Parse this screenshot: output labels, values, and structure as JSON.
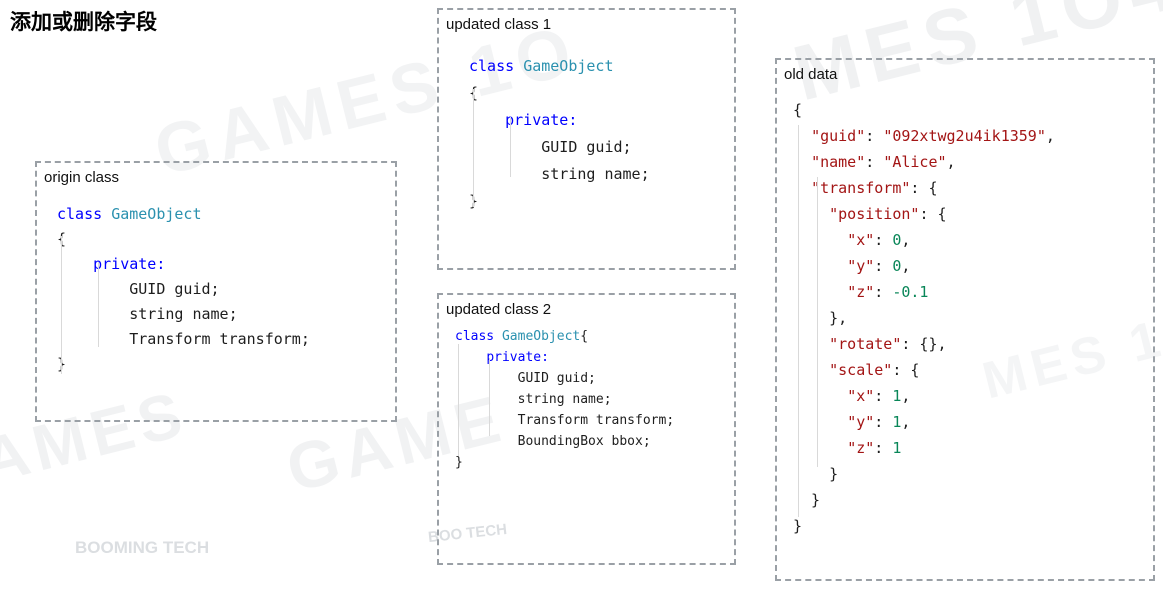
{
  "title": "添加或删除字段",
  "colors": {
    "keyword": "#0000ff",
    "type": "#2b91af",
    "json_key": "#a31515",
    "json_string": "#a31515",
    "json_number": "#098658",
    "plain": "#1e1e1e",
    "panel_border": "#9aa0a6"
  },
  "watermarks": [
    "MES 1O4",
    "GAMES 1O",
    "AMES",
    "GAME",
    "BOOMING TECH",
    "BOO TECH",
    "MES 1O4"
  ],
  "panels": [
    {
      "id": "origin",
      "label": "origin class",
      "lines": [
        [
          {
            "t": "kw",
            "v": "class"
          },
          {
            "t": "plain",
            "v": " "
          },
          {
            "t": "type",
            "v": "GameObject"
          }
        ],
        [
          {
            "t": "plain",
            "v": "{"
          }
        ],
        [
          {
            "t": "plain",
            "v": "    "
          },
          {
            "t": "kw",
            "v": "private:"
          }
        ],
        [
          {
            "t": "plain",
            "v": "        GUID guid;"
          }
        ],
        [
          {
            "t": "plain",
            "v": "        string name;"
          }
        ],
        [
          {
            "t": "plain",
            "v": "        Transform transform;"
          }
        ],
        [
          {
            "t": "plain",
            "v": "}"
          }
        ]
      ]
    },
    {
      "id": "updated1",
      "label": "updated class 1",
      "lines": [
        [
          {
            "t": "kw",
            "v": "class"
          },
          {
            "t": "plain",
            "v": " "
          },
          {
            "t": "type",
            "v": "GameObject"
          }
        ],
        [
          {
            "t": "plain",
            "v": "{"
          }
        ],
        [
          {
            "t": "plain",
            "v": "    "
          },
          {
            "t": "kw",
            "v": "private:"
          }
        ],
        [
          {
            "t": "plain",
            "v": "        GUID guid;"
          }
        ],
        [
          {
            "t": "plain",
            "v": "        string name;"
          }
        ],
        [
          {
            "t": "plain",
            "v": "}"
          }
        ]
      ]
    },
    {
      "id": "updated2",
      "label": "updated class 2",
      "lines": [
        [
          {
            "t": "kw",
            "v": "class"
          },
          {
            "t": "plain",
            "v": " "
          },
          {
            "t": "type",
            "v": "GameObject"
          },
          {
            "t": "plain",
            "v": "{"
          }
        ],
        [
          {
            "t": "plain",
            "v": "    "
          },
          {
            "t": "kw",
            "v": "private:"
          }
        ],
        [
          {
            "t": "plain",
            "v": "        GUID guid;"
          }
        ],
        [
          {
            "t": "plain",
            "v": "        string name;"
          }
        ],
        [
          {
            "t": "plain",
            "v": "        Transform transform;"
          }
        ],
        [
          {
            "t": "plain",
            "v": "        BoundingBox bbox;"
          }
        ],
        [
          {
            "t": "plain",
            "v": "}"
          }
        ]
      ]
    },
    {
      "id": "olddata",
      "label": "old data",
      "lines": [
        [
          {
            "t": "plain",
            "v": "{"
          }
        ],
        [
          {
            "t": "plain",
            "v": "  "
          },
          {
            "t": "key",
            "v": "\"guid\""
          },
          {
            "t": "plain",
            "v": ": "
          },
          {
            "t": "str",
            "v": "\"092xtwg2u4ik1359\""
          },
          {
            "t": "plain",
            "v": ","
          }
        ],
        [
          {
            "t": "plain",
            "v": "  "
          },
          {
            "t": "key",
            "v": "\"name\""
          },
          {
            "t": "plain",
            "v": ": "
          },
          {
            "t": "str",
            "v": "\"Alice\""
          },
          {
            "t": "plain",
            "v": ","
          }
        ],
        [
          {
            "t": "plain",
            "v": "  "
          },
          {
            "t": "key",
            "v": "\"transform\""
          },
          {
            "t": "plain",
            "v": ": {"
          }
        ],
        [
          {
            "t": "plain",
            "v": "    "
          },
          {
            "t": "key",
            "v": "\"position\""
          },
          {
            "t": "plain",
            "v": ": {"
          }
        ],
        [
          {
            "t": "plain",
            "v": "      "
          },
          {
            "t": "key",
            "v": "\"x\""
          },
          {
            "t": "plain",
            "v": ": "
          },
          {
            "t": "num",
            "v": "0"
          },
          {
            "t": "plain",
            "v": ","
          }
        ],
        [
          {
            "t": "plain",
            "v": "      "
          },
          {
            "t": "key",
            "v": "\"y\""
          },
          {
            "t": "plain",
            "v": ": "
          },
          {
            "t": "num",
            "v": "0"
          },
          {
            "t": "plain",
            "v": ","
          }
        ],
        [
          {
            "t": "plain",
            "v": "      "
          },
          {
            "t": "key",
            "v": "\"z\""
          },
          {
            "t": "plain",
            "v": ": "
          },
          {
            "t": "num",
            "v": "-0.1"
          }
        ],
        [
          {
            "t": "plain",
            "v": "    },"
          }
        ],
        [
          {
            "t": "plain",
            "v": "    "
          },
          {
            "t": "key",
            "v": "\"rotate\""
          },
          {
            "t": "plain",
            "v": ": {},"
          }
        ],
        [
          {
            "t": "plain",
            "v": "    "
          },
          {
            "t": "key",
            "v": "\"scale\""
          },
          {
            "t": "plain",
            "v": ": {"
          }
        ],
        [
          {
            "t": "plain",
            "v": "      "
          },
          {
            "t": "key",
            "v": "\"x\""
          },
          {
            "t": "plain",
            "v": ": "
          },
          {
            "t": "num",
            "v": "1"
          },
          {
            "t": "plain",
            "v": ","
          }
        ],
        [
          {
            "t": "plain",
            "v": "      "
          },
          {
            "t": "key",
            "v": "\"y\""
          },
          {
            "t": "plain",
            "v": ": "
          },
          {
            "t": "num",
            "v": "1"
          },
          {
            "t": "plain",
            "v": ","
          }
        ],
        [
          {
            "t": "plain",
            "v": "      "
          },
          {
            "t": "key",
            "v": "\"z\""
          },
          {
            "t": "plain",
            "v": ": "
          },
          {
            "t": "num",
            "v": "1"
          }
        ],
        [
          {
            "t": "plain",
            "v": "    }"
          }
        ],
        [
          {
            "t": "plain",
            "v": "  }"
          }
        ],
        [
          {
            "t": "plain",
            "v": "}"
          }
        ]
      ]
    }
  ]
}
